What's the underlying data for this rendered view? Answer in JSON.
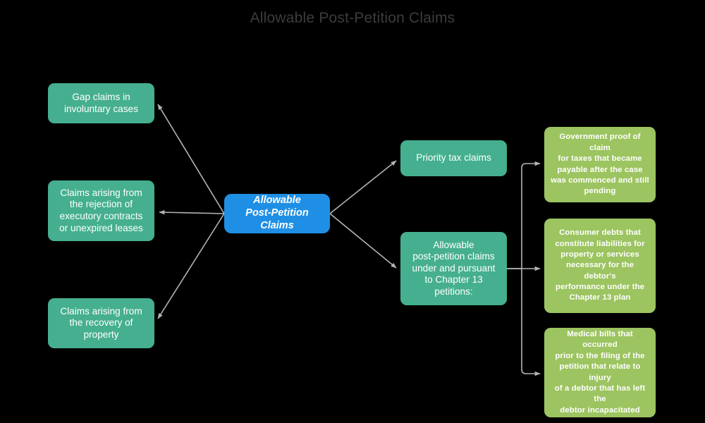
{
  "page": {
    "title": "Allowable Post-Petition Claims",
    "background_color": "#000000",
    "title_color": "#3c3c3c"
  },
  "colors": {
    "root": "#1f8fe5",
    "branch": "#45af8f",
    "leaf": "#9cc460",
    "edge": "#b4b4b4"
  },
  "diagram": {
    "type": "mind-map",
    "root": {
      "label": "Allowable\nPost-Petition Claims"
    },
    "left_branches": [
      {
        "label": "Gap claims in\ninvoluntary cases"
      },
      {
        "label": "Claims arising from\nthe rejection of\nexecutory contracts\nor unexpired leases"
      },
      {
        "label": "Claims arising from\nthe recovery of\nproperty"
      }
    ],
    "right_branches": [
      {
        "label": "Priority tax claims"
      },
      {
        "label": "Allowable\npost-petition claims\nunder and pursuant\nto Chapter 13\npetitions:"
      }
    ],
    "leaves": [
      {
        "label": "Government proof of claim\nfor taxes that became\npayable after the case\nwas commenced and still\npending"
      },
      {
        "label": "Consumer debts that\nconstitute liabilities for\nproperty or services\nnecessary for the debtor's\nperformance under the\nChapter 13 plan"
      },
      {
        "label": "Medical bills that occurred\nprior to the filing of the\npetition that relate to injury\nof a debtor that has left the\ndebtor incapacitated"
      }
    ]
  }
}
